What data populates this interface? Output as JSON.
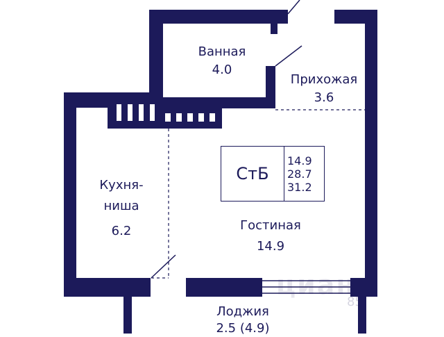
{
  "rooms": {
    "bathroom": {
      "name": "Ванная",
      "area": "4.0"
    },
    "hallway": {
      "name": "Прихожая",
      "area": "3.6"
    },
    "kitchen": {
      "name_line1": "Кухня-",
      "name_line2": "ниша",
      "area": "6.2"
    },
    "living": {
      "name": "Гостиная",
      "area": "14.9"
    },
    "loggia": {
      "name": "Лоджия",
      "area": "2.5 (4.9)"
    }
  },
  "badge": {
    "type": "СтБ",
    "living_area": "14.9",
    "total_area": "28.7",
    "total_area_with_loggia": "31.2"
  },
  "watermark": {
    "text": "циан",
    "number": "85"
  },
  "colors": {
    "wall": "#1c1a5a",
    "background": "#ffffff"
  }
}
